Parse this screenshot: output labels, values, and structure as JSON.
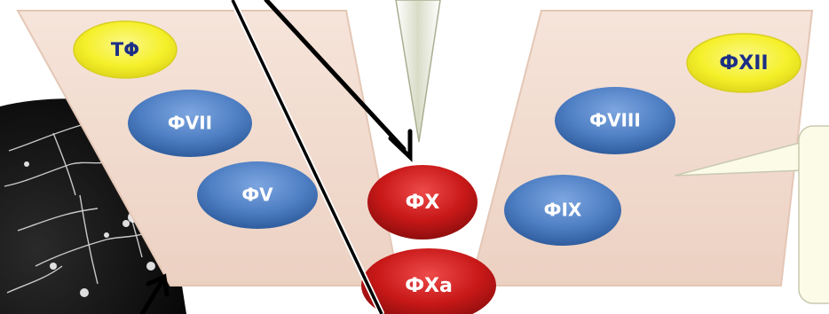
{
  "factors": {
    "tissue_factor": "TΦ",
    "f7": "ФVII",
    "f5": "ФV",
    "f8": "ФVIII",
    "f9": "ФIX",
    "f10": "ФX",
    "f10a": "ФXa",
    "f12": "ФXII"
  },
  "colors": {
    "panel_fill": "#f3ddd2",
    "blue_ellipse": "#4f7fc4",
    "red_ellipse": "#c81818",
    "yellow_ellipse": "#f5f02a",
    "arrow": "#000000",
    "callout_fill": "#fbfbe8"
  }
}
